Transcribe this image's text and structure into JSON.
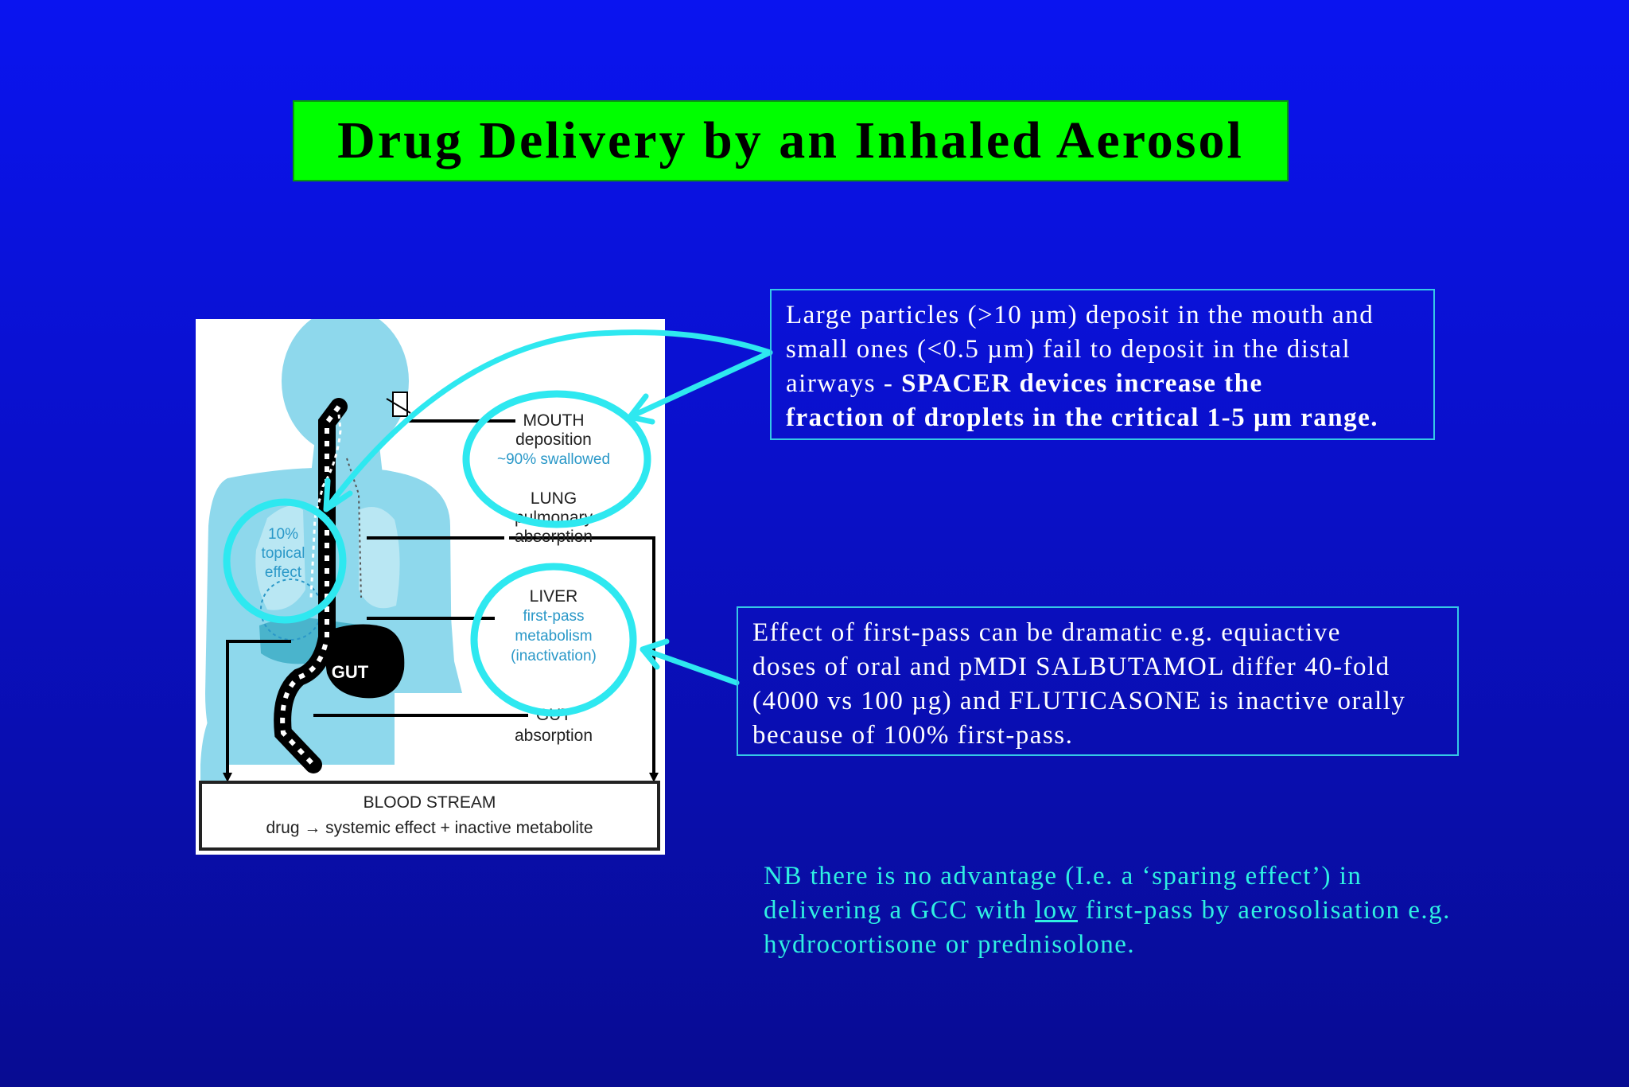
{
  "slide": {
    "title": "Drug Delivery by an Inhaled Aerosol",
    "colors": {
      "background_top": "#0a14f0",
      "background_bottom": "#080c92",
      "title_fill": "#00ff00",
      "callout_cyan": "#2ee8f0",
      "nb_text": "#2ff0e2"
    }
  },
  "notes": {
    "particles": {
      "line1": "Large particles (>10 µm) deposit in the mouth and",
      "line2": "small ones (<0.5 µm) fail to deposit in the distal",
      "line3_plain": "airways - ",
      "line3_bold": "SPACER devices increase the",
      "line4_bold": "fraction of droplets in the critical 1-5 µm range."
    },
    "first_pass": {
      "line1": "Effect of first-pass can be dramatic e.g. equiactive",
      "line2": "doses of oral and pMDI SALBUTAMOL differ 40-fold",
      "line3": "(4000 vs 100 µg) and FLUTICASONE is inactive orally",
      "line4": "because of 100% first-pass."
    },
    "nb": {
      "line1": "NB there is no advantage (I.e. a ‘sparing effect’) in",
      "line2_a": "delivering a GCC with ",
      "line2_u": "low",
      "line2_b": " first-pass by aerosolisation e.g.",
      "line3": "hydrocortisone or prednisolone."
    }
  },
  "diagram": {
    "mouth": {
      "title": "MOUTH",
      "line1": "deposition",
      "line2": "~90% swallowed"
    },
    "lung": {
      "title": "LUNG",
      "line1": "pulmonary",
      "line2": "absorption"
    },
    "topical": {
      "line1": "10%",
      "line2": "topical",
      "line3": "effect"
    },
    "liver": {
      "title": "LIVER",
      "line1": "first-pass",
      "line2": "metabolism",
      "line3": "(inactivation)"
    },
    "gut_organ": "GUT",
    "gut": {
      "title": "GUT",
      "line1": "absorption"
    },
    "bloodstream": {
      "title": "BLOOD STREAM",
      "line": "drug → systemic effect + inactive metabolite"
    }
  }
}
